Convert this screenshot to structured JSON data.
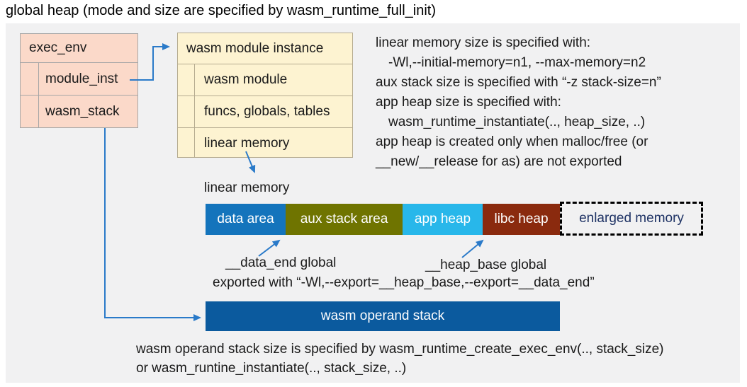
{
  "title": "global heap (mode and size are specified by wasm_runtime_full_init)",
  "exec_env": {
    "title": "exec_env",
    "rows": [
      "module_inst",
      "wasm_stack"
    ]
  },
  "module_instance": {
    "title": "wasm module instance",
    "rows": [
      "wasm module",
      "funcs, globals, tables",
      "linear memory"
    ]
  },
  "notes": {
    "lines": [
      "linear memory size is specified with:",
      "-Wl,--initial-memory=n1, --max-memory=n2",
      "aux stack size is specified with “-z stack-size=n”",
      "app heap size is specified with:",
      "wasm_runtime_instantiate(.., heap_size, ..)",
      "app heap is created only when malloc/free (or",
      "__new/__release for as) are not exported"
    ]
  },
  "linear_memory": {
    "label": "linear memory",
    "segments": [
      {
        "label": "data area",
        "color": "#1474bc"
      },
      {
        "label": "aux stack area",
        "color": "#6f7400"
      },
      {
        "label": "app heap",
        "color": "#28b7ea"
      },
      {
        "label": "libc heap",
        "color": "#8a2a0e"
      }
    ],
    "enlarged": {
      "label": "enlarged memory",
      "text_color": "#1e3264",
      "border": "dashed-black"
    }
  },
  "annotations": {
    "data_end": "__data_end global",
    "heap_base": "__heap_base global",
    "exported": "exported with “-Wl,--export=__heap_base,--export=__data_end”"
  },
  "operand_stack": {
    "label": "wasm operand stack",
    "color": "#0b5a9e"
  },
  "footer": {
    "lines": [
      "wasm operand stack size is specified by wasm_runtime_create_exec_env(.., stack_size)",
      "or wasm_runtine_instantiate(.., stack_size, ..)"
    ]
  },
  "colors": {
    "panel_bg": "#f1f1f2",
    "exec_env_fill": "#fbd9c9",
    "module_instance_fill": "#fdf3d1",
    "arrow_blue": "#2a7ac9",
    "navy_text": "#1e3264"
  }
}
